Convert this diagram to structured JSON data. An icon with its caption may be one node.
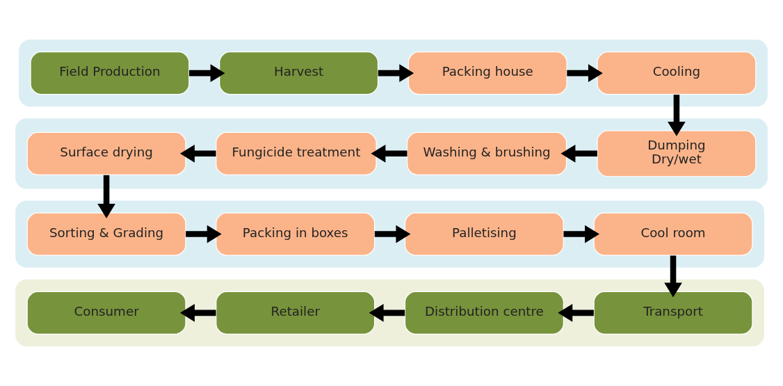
{
  "diagram": {
    "nodes": [
      {
        "text": [],
        "shape": "band"
      },
      {
        "text": [
          "Field Production"
        ],
        "in": 0
      },
      {
        "text": [
          "Harvest"
        ],
        "in": 0
      },
      {
        "text": [
          "Packing house"
        ],
        "in": 0
      },
      {
        "text": [
          "Cooling"
        ],
        "in": 0
      },
      {
        "text": [],
        "shape": "band"
      },
      {
        "text": [
          "Surface drying"
        ],
        "in": 5
      },
      {
        "text": [
          "Fungicide treatment"
        ],
        "in": 5
      },
      {
        "text": [
          "Washing & brushing"
        ],
        "in": 5
      },
      {
        "text": [
          "Dumping",
          "Dry/wet"
        ],
        "in": 5
      },
      {
        "text": [],
        "shape": "band"
      },
      {
        "text": [
          "Sorting & Grading"
        ],
        "in": 10
      },
      {
        "text": [
          "Packing in boxes"
        ],
        "in": 10
      },
      {
        "text": [
          "Palletising"
        ],
        "in": 10
      },
      {
        "text": [
          "Cool room"
        ],
        "in": 10
      },
      {
        "text": [],
        "shape": "band"
      },
      {
        "text": [
          "Consumer"
        ],
        "in": 15
      },
      {
        "text": [
          "Retailer"
        ],
        "in": 15
      },
      {
        "text": [
          "Distribution centre"
        ],
        "in": 15
      },
      {
        "text": [
          "Transport"
        ],
        "in": 15
      }
    ],
    "edges": [
      {
        "from": 1,
        "to": 2,
        "arrow": "to"
      },
      {
        "from": 2,
        "to": 3,
        "arrow": "to"
      },
      {
        "from": 3,
        "to": 4,
        "arrow": "to"
      },
      {
        "from": 4,
        "to": 9,
        "arrow": "to"
      },
      {
        "from": 9,
        "to": 8,
        "arrow": "to"
      },
      {
        "from": 8,
        "to": 7,
        "arrow": "to"
      },
      {
        "from": 7,
        "to": 6,
        "arrow": "to"
      },
      {
        "from": 6,
        "to": 11,
        "arrow": "to"
      },
      {
        "from": 11,
        "to": 12,
        "arrow": "to"
      },
      {
        "from": 12,
        "to": 13,
        "arrow": "to"
      },
      {
        "from": 13,
        "to": 14,
        "arrow": "to"
      },
      {
        "from": 14,
        "to": 19,
        "arrow": "to"
      },
      {
        "from": 19,
        "to": 18,
        "arrow": "to"
      },
      {
        "from": 18,
        "to": 17,
        "arrow": "to"
      },
      {
        "from": 17,
        "to": 16,
        "arrow": "to"
      }
    ]
  }
}
